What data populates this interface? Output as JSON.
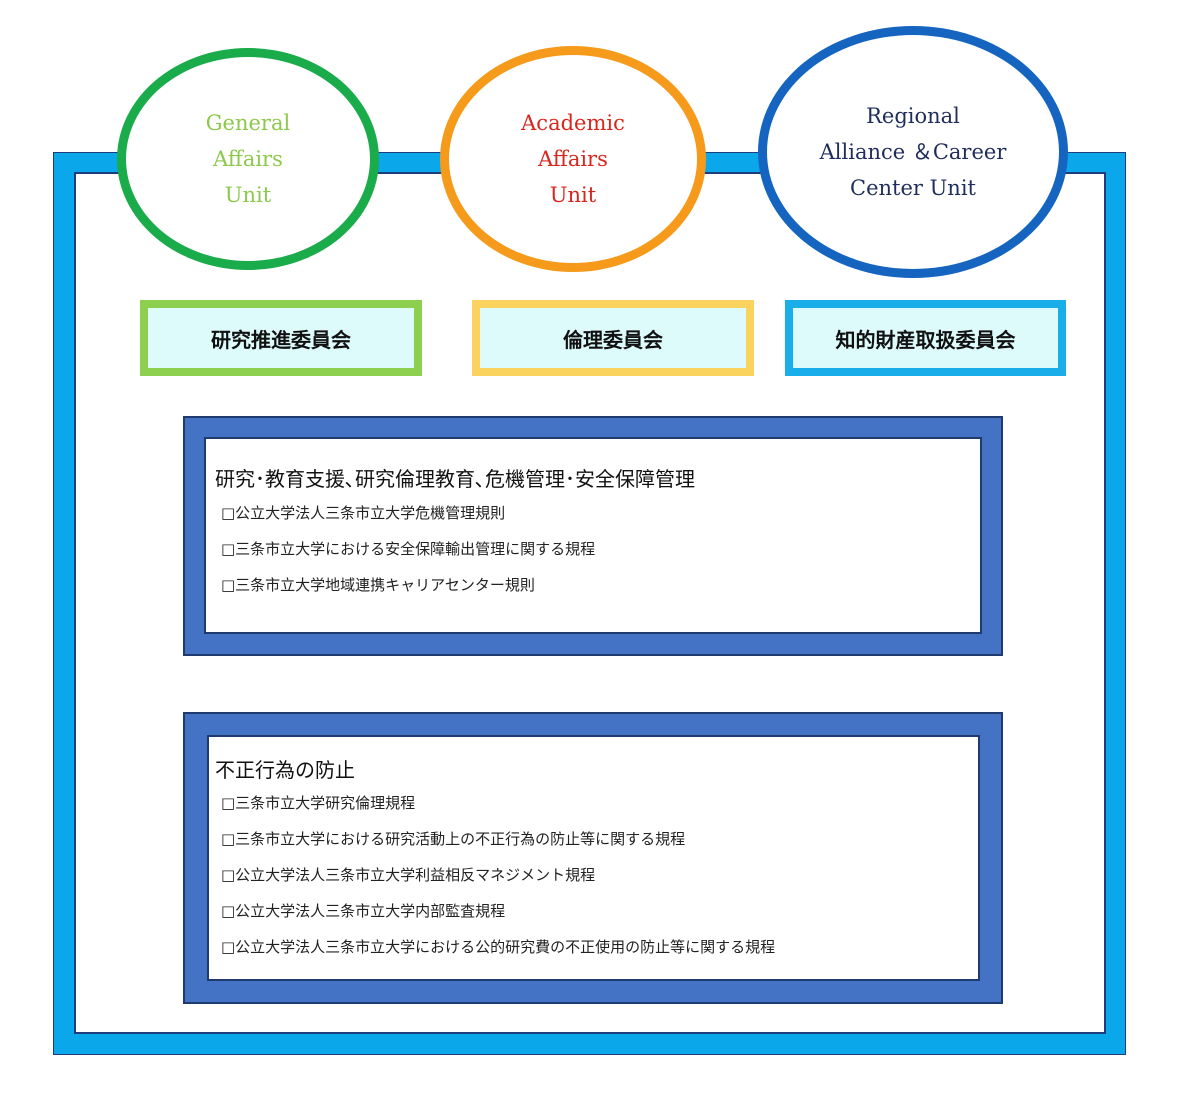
{
  "units": {
    "general": "General\nAffairs\nUnit",
    "academic": "Academic\nAffairs\nUnit",
    "regional": "Regional\nAlliance ＆Career\nCenter Unit"
  },
  "committees": {
    "research": "研究推進委員会",
    "ethics": "倫理委員会",
    "ip": "知的財産取扱委員会"
  },
  "section1": {
    "title": "研究･教育支援､研究倫理教育､危機管理･安全保障管理",
    "rules": [
      "□公立大学法人三条市立大学危機管理規則",
      "□三条市立大学における安全保障輸出管理に関する規程",
      "□三条市立大学地域連携キャリアセンター規則"
    ]
  },
  "section2": {
    "title": "不正行為の防止",
    "rules": [
      "□三条市立大学研究倫理規程",
      "□三条市立大学における研究活動上の不正行為の防止等に関する規程",
      "□公立大学法人三条市立大学利益相反マネジメント規程",
      "□公立大学法人三条市立大学内部監査規程",
      "□公立大学法人三条市立大学における公的研究費の不正使用の防止等に関する規程"
    ]
  },
  "colors": {
    "frame": "#0aa8ea",
    "general": "#1aab4b",
    "academic": "#f59a1b",
    "regional": "#1565c0",
    "rule_box": "#4472c4"
  }
}
